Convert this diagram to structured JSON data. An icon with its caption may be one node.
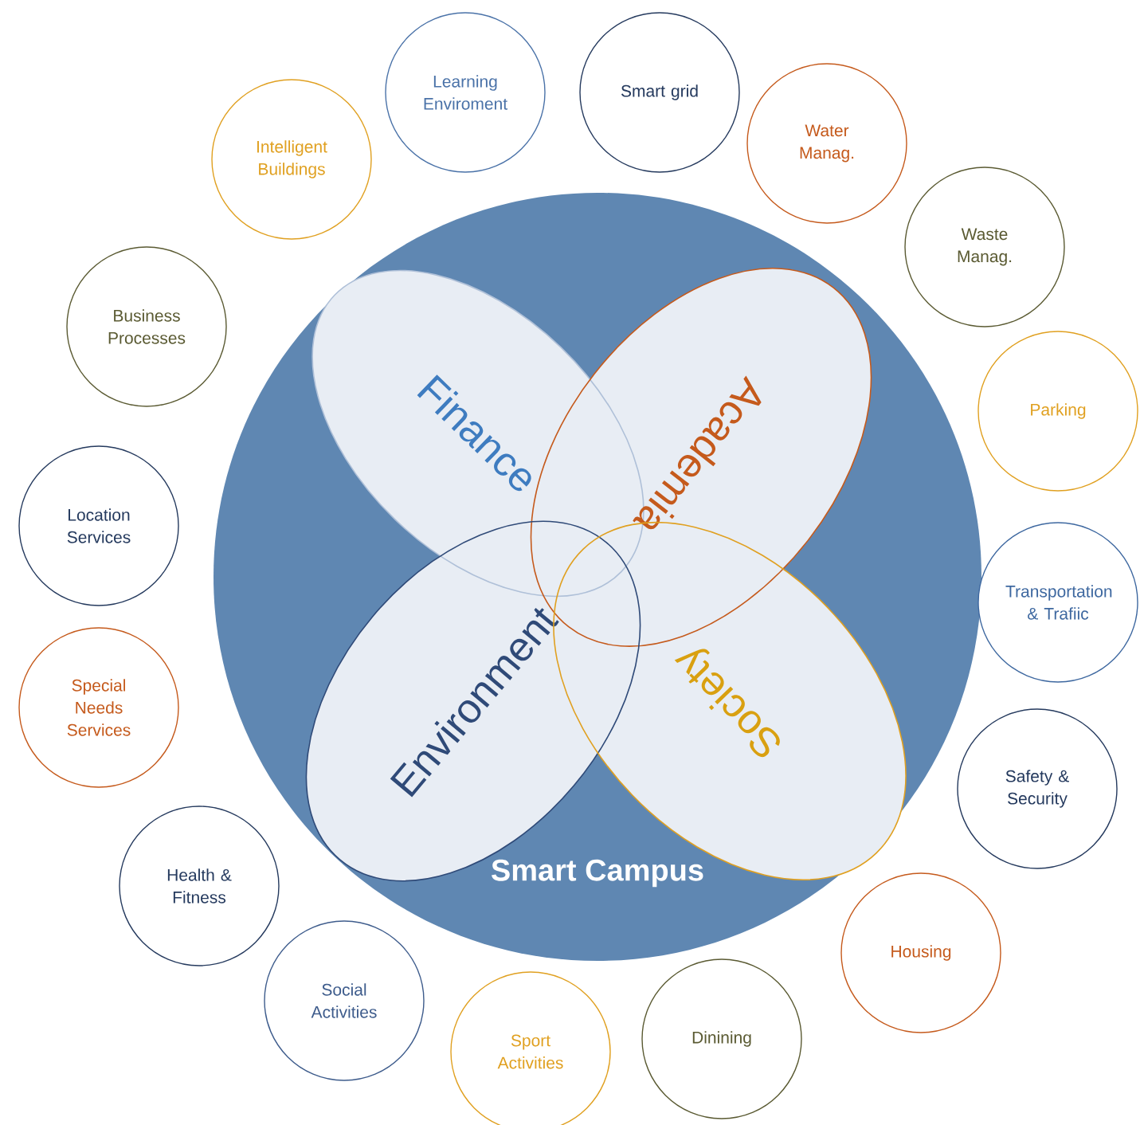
{
  "diagram": {
    "nodes": [
      {
        "text": [
          "Smart Campus"
        ]
      },
      {
        "text": [
          "Finance"
        ],
        "in": 0
      },
      {
        "text": [
          "Academia"
        ],
        "in": 0
      },
      {
        "text": [
          "Environment"
        ],
        "in": 0
      },
      {
        "text": [
          "Society"
        ],
        "in": 0
      },
      {
        "text": [
          "Learning Enviroment"
        ]
      },
      {
        "text": [
          "Smart grid"
        ]
      },
      {
        "text": [
          "Water Manag."
        ]
      },
      {
        "text": [
          "Waste Manag."
        ]
      },
      {
        "text": [
          "Parking"
        ]
      },
      {
        "text": [
          "Transportation & Trafiic"
        ]
      },
      {
        "text": [
          "Safety & Security"
        ]
      },
      {
        "text": [
          "Housing"
        ]
      },
      {
        "text": [
          "Dinining"
        ]
      },
      {
        "text": [
          "Sport Activities"
        ]
      },
      {
        "text": [
          "Social Activities"
        ]
      },
      {
        "text": [
          "Health & Fitness"
        ]
      },
      {
        "text": [
          "Special Needs Services"
        ]
      },
      {
        "text": [
          "Location Services"
        ]
      },
      {
        "text": [
          "Business Processes"
        ]
      },
      {
        "text": [
          "Intelligent Buildings"
        ]
      }
    ]
  }
}
